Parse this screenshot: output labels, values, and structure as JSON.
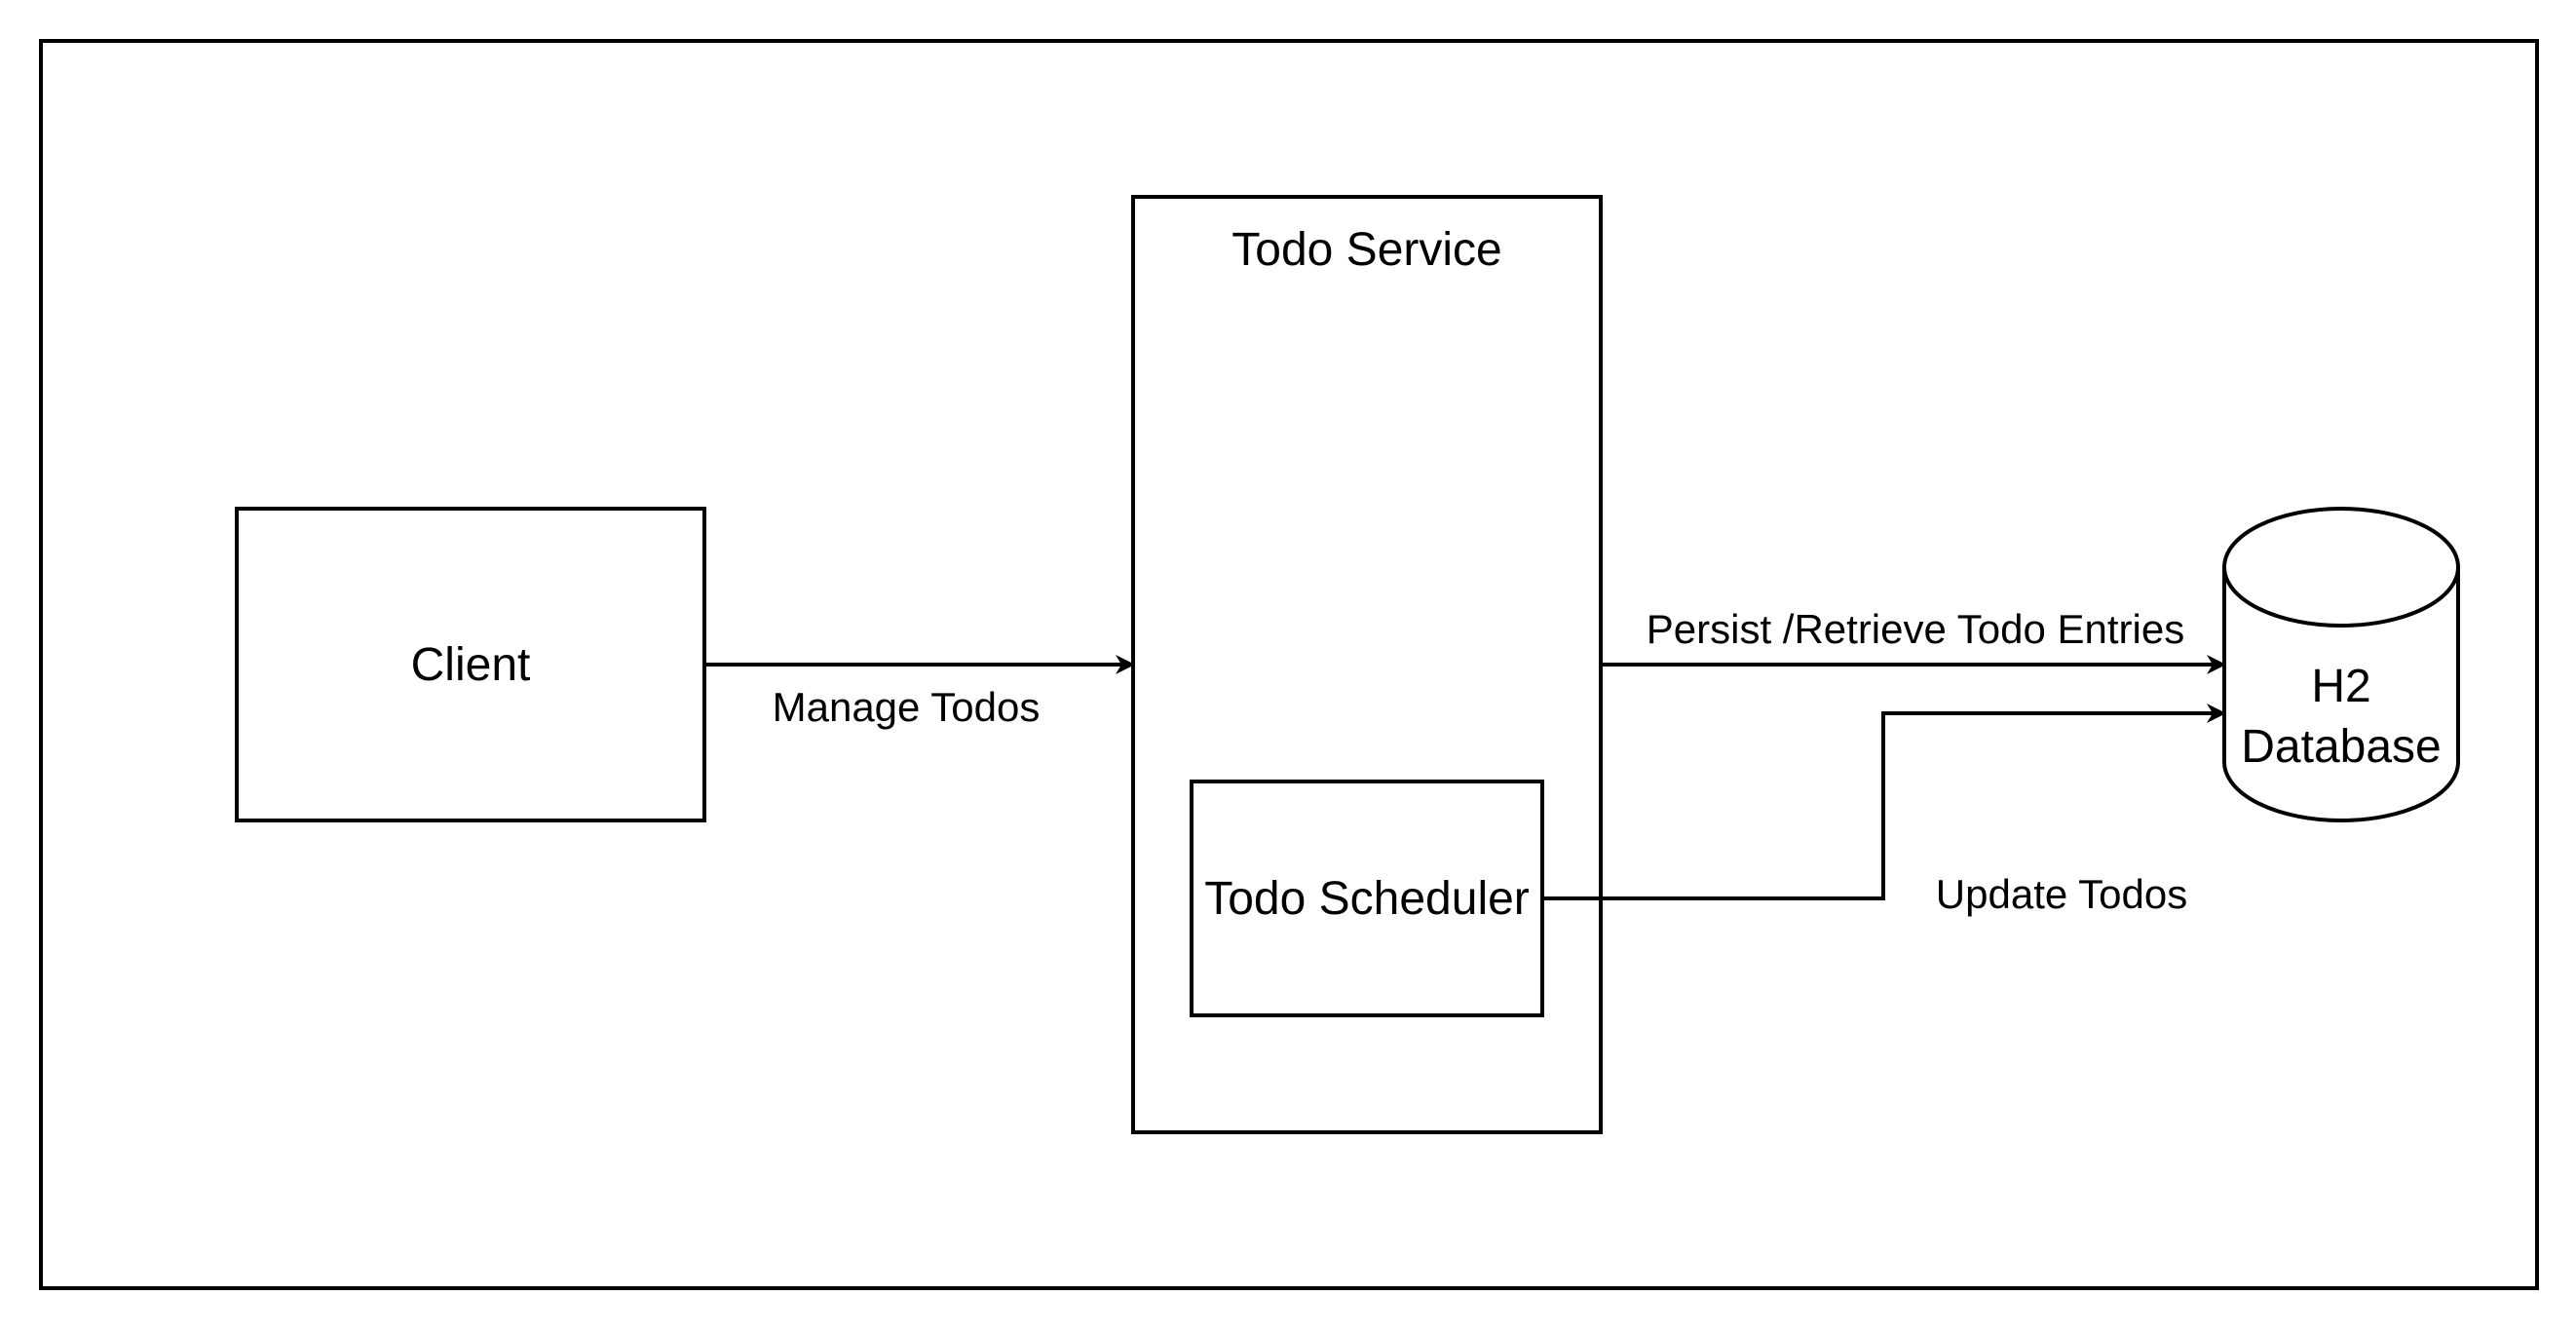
{
  "diagram": {
    "nodes": {
      "client": {
        "label": "Client"
      },
      "todo_service": {
        "label": "Todo Service"
      },
      "todo_scheduler": {
        "label": "Todo Scheduler"
      },
      "h2_database": {
        "label_lines": [
          "H2",
          "Database"
        ]
      }
    },
    "edges": {
      "client_to_service": {
        "label": "Manage Todos"
      },
      "service_to_database": {
        "label": "Persist /Retrieve Todo Entries"
      },
      "scheduler_to_database": {
        "label": "Update Todos"
      }
    }
  },
  "colors": {
    "stroke": "#000000",
    "background": "#ffffff"
  }
}
